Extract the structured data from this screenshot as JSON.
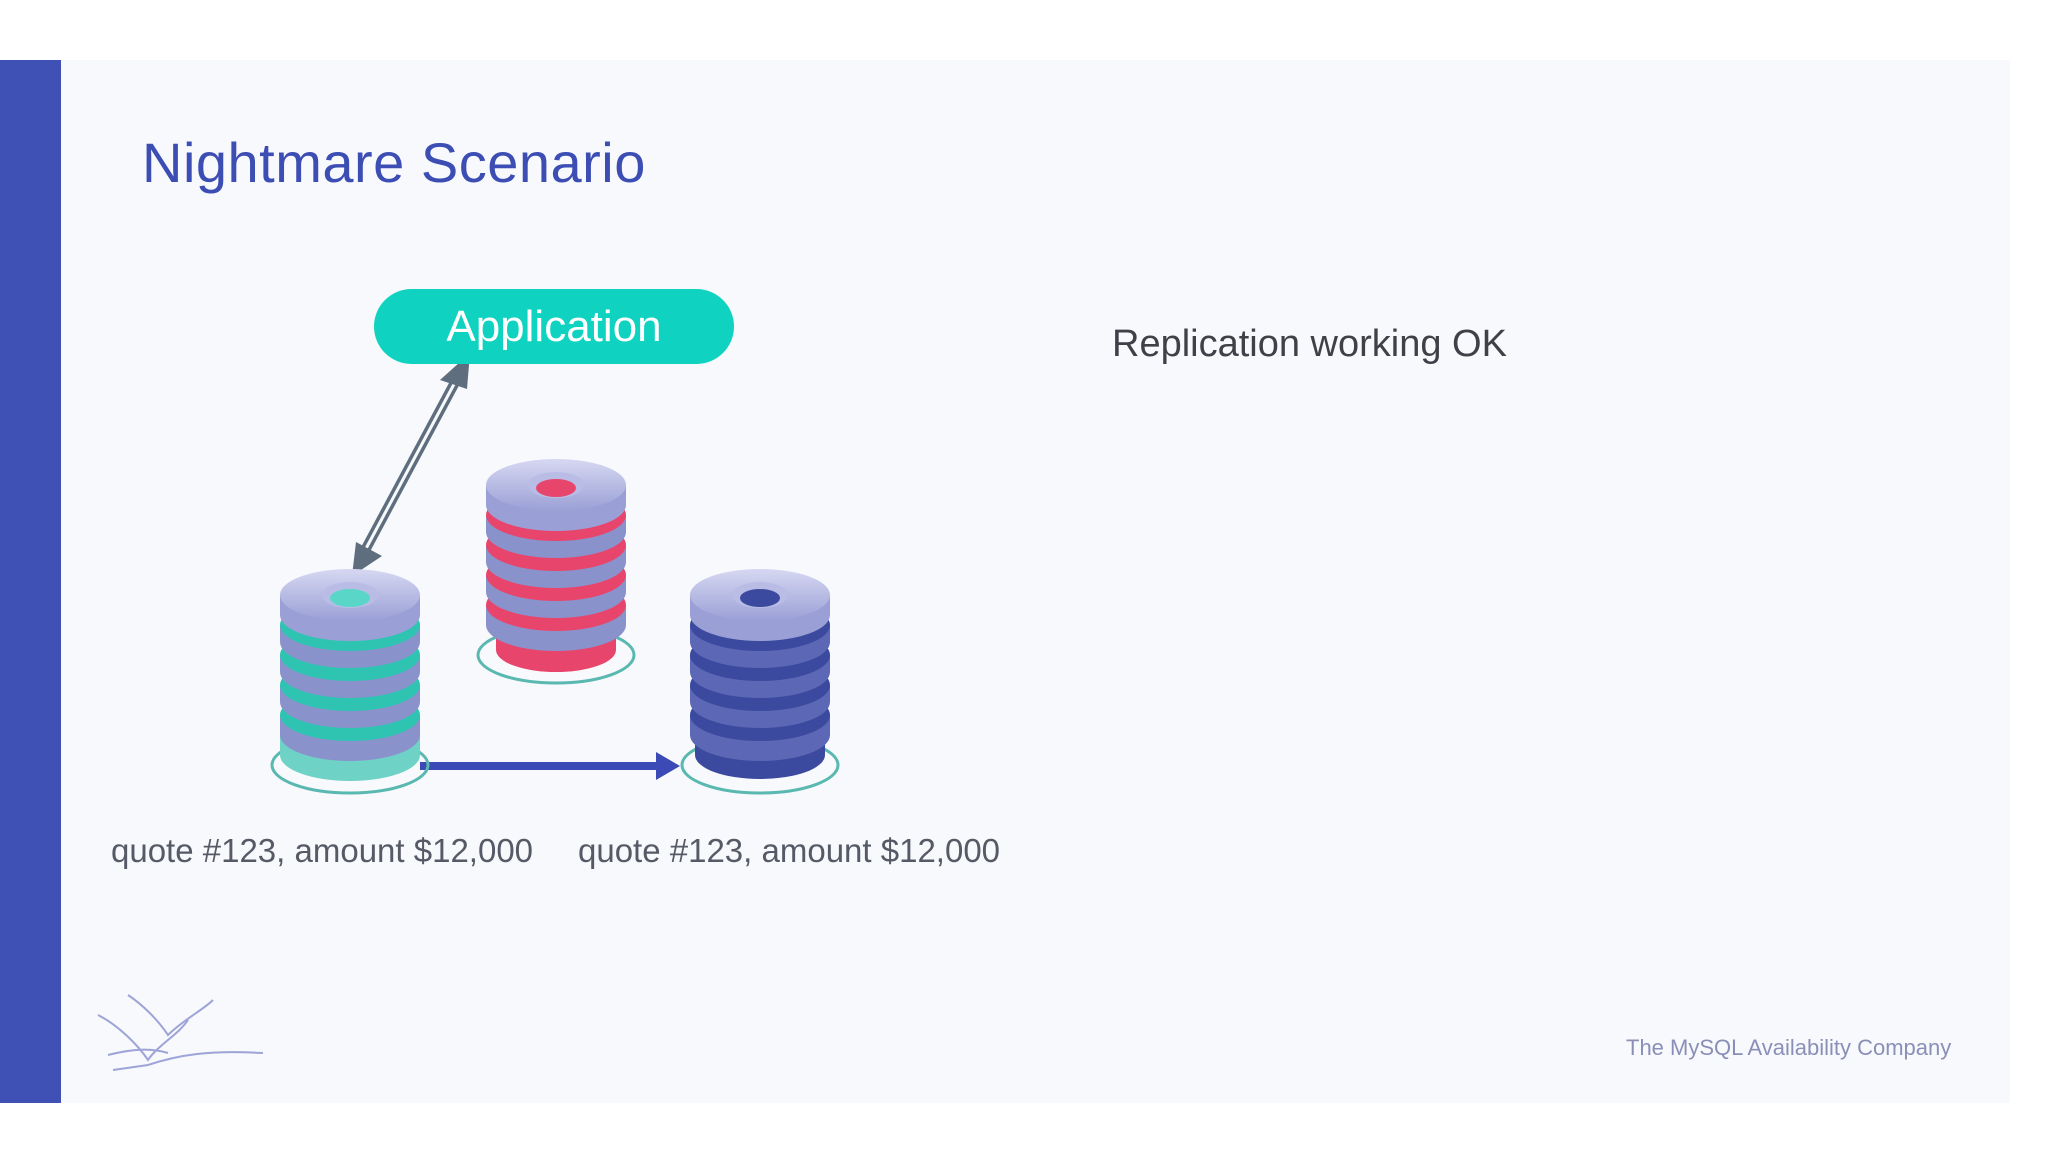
{
  "slide": {
    "title": "Nightmare Scenario",
    "footer": "The MySQL Availability Company"
  },
  "diagram": {
    "application_label": "Application",
    "status": "Replication working OK",
    "databases": [
      {
        "role": "primary",
        "color": "#2fc4b2",
        "label": "quote #123, amount $12,000"
      },
      {
        "role": "failed",
        "color": "#e8456c",
        "label": ""
      },
      {
        "role": "replica",
        "color": "#3b4a9e",
        "label": "quote #123, amount $12,000"
      }
    ]
  },
  "colors": {
    "accent": "#3f51b5",
    "title": "#3c4db3",
    "application": "#0fd3c0",
    "arrow_app": "#5e6e7e",
    "arrow_replication": "#3b4ab5"
  },
  "icons": [
    "double-arrow-icon",
    "replication-arrow-icon",
    "database-stack-icon",
    "swan-logo-icon"
  ]
}
